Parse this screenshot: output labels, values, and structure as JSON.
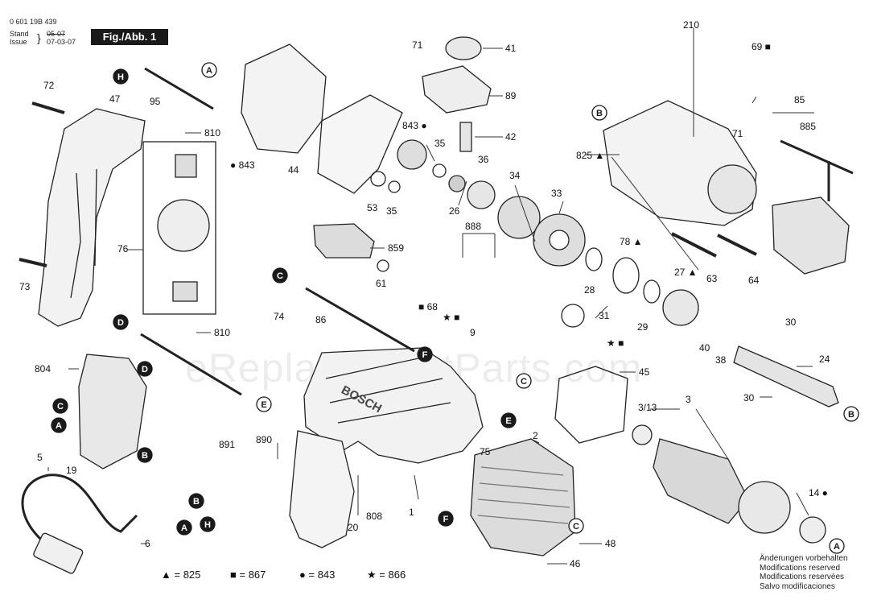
{
  "header": {
    "doc_number": "0 601 19B 439",
    "stand_label": "Stand",
    "issue_label": "Issue",
    "stand_value": "05-07",
    "issue_value": "07-03-07",
    "figure_label": "Fig./Abb. 1"
  },
  "parts": [
    {
      "id": "210",
      "label": "210"
    },
    {
      "id": "69",
      "label": "69 ■"
    },
    {
      "id": "71a",
      "label": "71"
    },
    {
      "id": "41",
      "label": "41"
    },
    {
      "id": "89",
      "label": "89"
    },
    {
      "id": "42",
      "label": "42"
    },
    {
      "id": "843a",
      "label": "843 ●"
    },
    {
      "id": "35a",
      "label": "35"
    },
    {
      "id": "36",
      "label": "36"
    },
    {
      "id": "53",
      "label": "53"
    },
    {
      "id": "35b",
      "label": "35"
    },
    {
      "id": "26",
      "label": "26"
    },
    {
      "id": "34",
      "label": "34"
    },
    {
      "id": "33",
      "label": "33"
    },
    {
      "id": "888",
      "label": "888"
    },
    {
      "id": "859",
      "label": "859"
    },
    {
      "id": "61",
      "label": "61"
    },
    {
      "id": "44",
      "label": "44"
    },
    {
      "id": "843b",
      "label": "● 843"
    },
    {
      "id": "95",
      "label": "95"
    },
    {
      "id": "810a",
      "label": "810"
    },
    {
      "id": "72",
      "label": "72"
    },
    {
      "id": "47",
      "label": "47"
    },
    {
      "id": "76",
      "label": "76"
    },
    {
      "id": "73",
      "label": "73"
    },
    {
      "id": "810b",
      "label": "810"
    },
    {
      "id": "804",
      "label": "804"
    },
    {
      "id": "19",
      "label": "19"
    },
    {
      "id": "5",
      "label": "5"
    },
    {
      "id": "6",
      "label": "6"
    },
    {
      "id": "74",
      "label": "74"
    },
    {
      "id": "86",
      "label": "86"
    },
    {
      "id": "891",
      "label": "891"
    },
    {
      "id": "890",
      "label": "890"
    },
    {
      "id": "20",
      "label": "20"
    },
    {
      "id": "808",
      "label": "808"
    },
    {
      "id": "1",
      "label": "1"
    },
    {
      "id": "75",
      "label": "75"
    },
    {
      "id": "2",
      "label": "2"
    },
    {
      "id": "48",
      "label": "48"
    },
    {
      "id": "46",
      "label": "46"
    },
    {
      "id": "45",
      "label": "45"
    },
    {
      "id": "9",
      "label": "9"
    },
    {
      "id": "68",
      "label": "■ 68"
    },
    {
      "id": "star",
      "label": "★ ■"
    },
    {
      "id": "31",
      "label": "31"
    },
    {
      "id": "starb",
      "label": "★ ■"
    },
    {
      "id": "28",
      "label": "28"
    },
    {
      "id": "29",
      "label": "29"
    },
    {
      "id": "78",
      "label": "78 ▲"
    },
    {
      "id": "27",
      "label": "27 ▲"
    },
    {
      "id": "63",
      "label": "63"
    },
    {
      "id": "64",
      "label": "64"
    },
    {
      "id": "825",
      "label": "825 ▲"
    },
    {
      "id": "71b",
      "label": "71"
    },
    {
      "id": "85",
      "label": "85"
    },
    {
      "id": "885",
      "label": "885"
    },
    {
      "id": "40",
      "label": "40"
    },
    {
      "id": "38",
      "label": "38"
    },
    {
      "id": "30a",
      "label": "30"
    },
    {
      "id": "24",
      "label": "24"
    },
    {
      "id": "30b",
      "label": "30"
    },
    {
      "id": "3_13",
      "label": "3/13"
    },
    {
      "id": "3",
      "label": "3"
    },
    {
      "id": "14",
      "label": "14 ●"
    }
  ],
  "reference_markers": [
    "A",
    "B",
    "C",
    "D",
    "E",
    "F",
    "H"
  ],
  "legend": [
    {
      "symbol": "▲",
      "text": "= 825"
    },
    {
      "symbol": "■",
      "text": "= 867"
    },
    {
      "symbol": "●",
      "text": "= 843"
    },
    {
      "symbol": "★",
      "text": "= 866"
    }
  ],
  "notes": [
    "Änderungen vorbehalten",
    "Modifications reserved",
    "Modifications reservées",
    "Salvo modificaciones"
  ],
  "brand_text": "BOSCH",
  "watermark": "eReplacementParts.com"
}
